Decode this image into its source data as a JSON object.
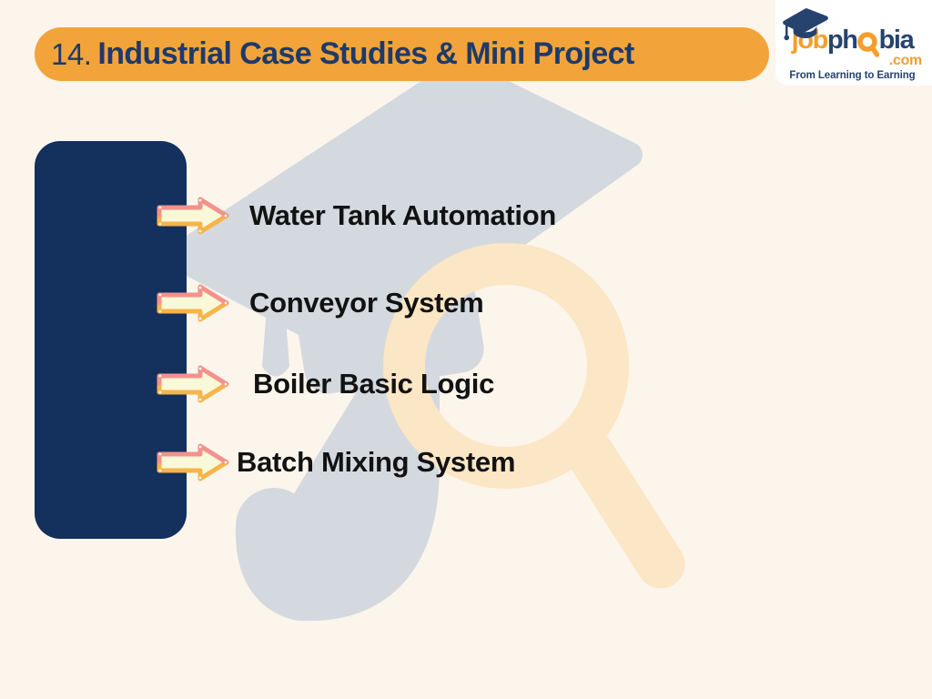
{
  "slide": {
    "kind": "course-module-slide"
  },
  "header": {
    "number": "14.",
    "title": "Industrial Case Studies & Mini Project"
  },
  "brand": {
    "word_job": "job",
    "word_ph": "ph",
    "word_bia": "bia",
    "tld": ".com",
    "tagline": "From Learning to Earning"
  },
  "cases": {
    "items": [
      {
        "label": "Water Tank Automation"
      },
      {
        "label": "Conveyor System"
      },
      {
        "label": "Boiler Basic Logic"
      },
      {
        "label": "Batch Mixing System"
      }
    ]
  },
  "icons": {
    "bullet": "arrow-right-icon",
    "brand_cap": "graduation-cap-icon",
    "brand_o": "magnifier-icon",
    "watermark_shapes": [
      "graduation-cap-icon",
      "letter-j-icon",
      "magnifier-icon"
    ]
  },
  "colors": {
    "page_bg": "#FCF5EC",
    "header_bar": "#F2A43A",
    "header_text": "#1E3A6B",
    "panel_navy": "#14305C",
    "item_text": "#121212",
    "arrow_fill": "#F9F8D8",
    "arrow_top": "#F2928C",
    "arrow_bottom": "#F6B44B",
    "brand_orange": "#F59E2B",
    "brand_navy": "#26436F",
    "logo_patch": "#FFFFFF",
    "watermark_gray": "#D4D9DF",
    "watermark_orange": "#FBE6C5"
  }
}
